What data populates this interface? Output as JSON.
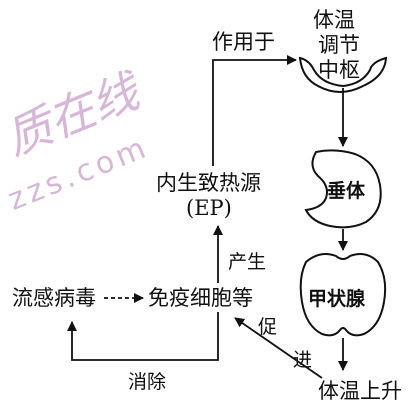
{
  "diagram": {
    "center": {
      "title": "体温",
      "line2": "调节",
      "line3": "中枢"
    },
    "pituitary": "垂体",
    "thyroid": "甲状腺",
    "result": "体温上升",
    "pyrogen": {
      "line1": "内生致热源",
      "line2": "(EP)"
    },
    "immune": "免疫细胞等",
    "virus": "流感病毒",
    "edges": {
      "acts_on": "作用于",
      "produces": "产生",
      "promotes_1": "促",
      "promotes_2": "进",
      "eliminates": "消除"
    }
  },
  "watermark": {
    "brand": "质在线",
    "url": "zzs.com"
  }
}
